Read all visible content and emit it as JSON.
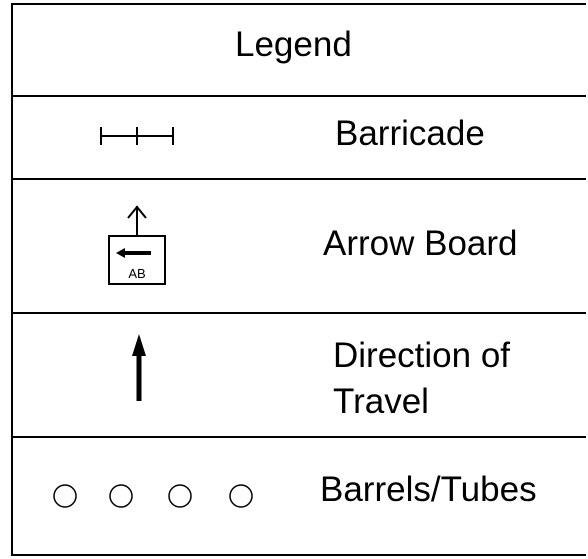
{
  "legend": {
    "title": "Legend",
    "items": [
      {
        "symbol": "barricade-icon",
        "label": "Barricade"
      },
      {
        "symbol": "arrow-board-icon",
        "label": "Arrow Board",
        "symbol_text": "AB"
      },
      {
        "symbol": "direction-arrow-icon",
        "label_line1": "Direction of",
        "label_line2": "Travel"
      },
      {
        "symbol": "barrels-icon",
        "label": "Barrels/Tubes"
      }
    ]
  },
  "colors": {
    "line": "#000000",
    "background": "#ffffff"
  }
}
